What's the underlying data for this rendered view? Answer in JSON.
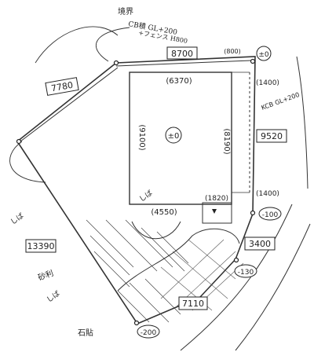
{
  "header": {
    "note_line1": "境界",
    "note_line2": "CB積 GL+200",
    "note_line3": "+フェンス H800"
  },
  "dimensions": {
    "north": "8700",
    "northwest": "7780",
    "east": "9520",
    "southwest": "13390",
    "south": "7110",
    "southeast": "3400"
  },
  "inner_dimensions": {
    "building_width": "(6370)",
    "building_height_left": "(9100)",
    "building_height_right": "(8190)",
    "entry_width": "(1820)",
    "left_width": "(4550)",
    "ne_offset": "(800)",
    "e_offset_top": "(1400)",
    "e_offset_bottom": "(1400)"
  },
  "levels": {
    "corner_ne": "±0",
    "building": "±0",
    "se_corner": "-100",
    "s_point": "-130",
    "sw_point": "-200"
  },
  "labels": {
    "east_wall": "KCB GL+200",
    "lawn_left": "しば",
    "lawn_inner": "しば",
    "gravel": "砂利",
    "lawn_bottom": "しば",
    "stone": "石貼"
  }
}
